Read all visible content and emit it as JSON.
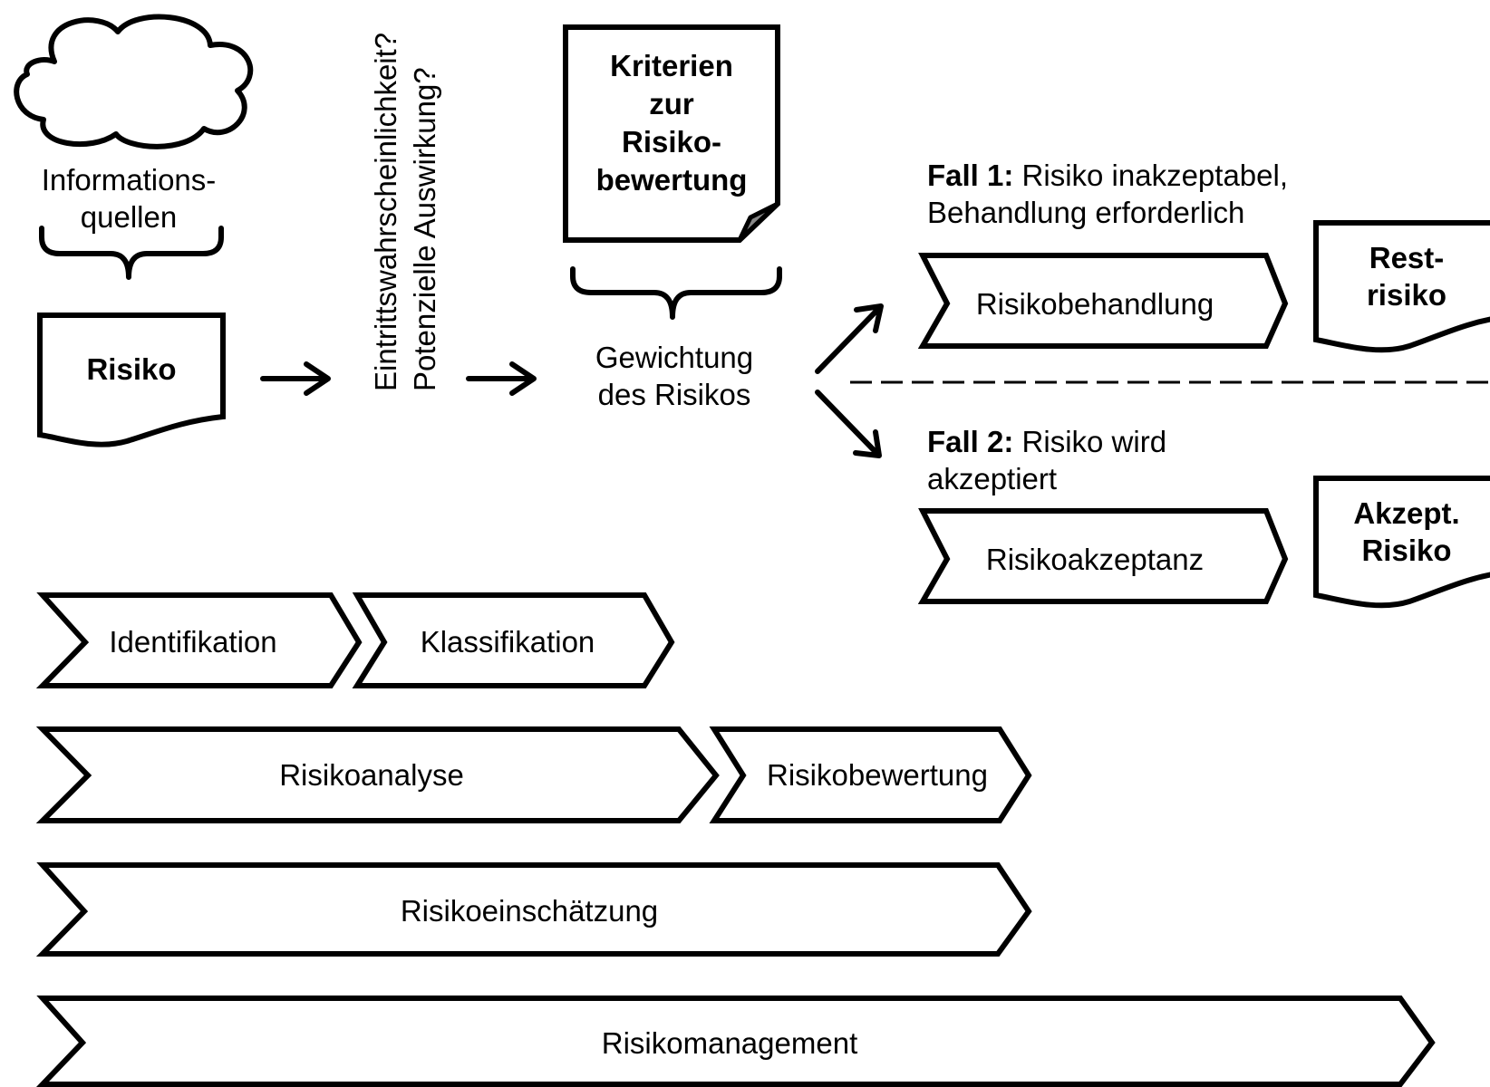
{
  "info_sources": {
    "line1": "Informations-",
    "line2": "quellen"
  },
  "risk_doc": {
    "label": "Risiko"
  },
  "questions": {
    "line1": "Eintrittswahrscheinlichkeit?",
    "line2": "Potenzielle Auswirkung?"
  },
  "criteria_doc": {
    "line1": "Kriterien",
    "line2": "zur",
    "line3": "Risiko-",
    "line4": "bewertung"
  },
  "weighting": {
    "line1": "Gewichtung",
    "line2": "des Risikos"
  },
  "case1": {
    "bold": "Fall 1:",
    "text": " Risiko inakzeptabel,",
    "line2": "Behandlung erforderlich",
    "step": "Risikobehandlung",
    "doc_line1": "Rest-",
    "doc_line2": "risiko"
  },
  "case2": {
    "bold": "Fall 2:",
    "text": " Risiko wird",
    "line2": "akzeptiert",
    "step": "Risikoakzeptanz",
    "doc_line1": "Akzept.",
    "doc_line2": "Risiko"
  },
  "phases": {
    "identification": "Identifikation",
    "classification": "Klassifikation",
    "analysis": "Risikoanalyse",
    "evaluation": "Risikobewertung",
    "assessment": "Risikoeinschätzung",
    "management": "Risikomanagement"
  }
}
